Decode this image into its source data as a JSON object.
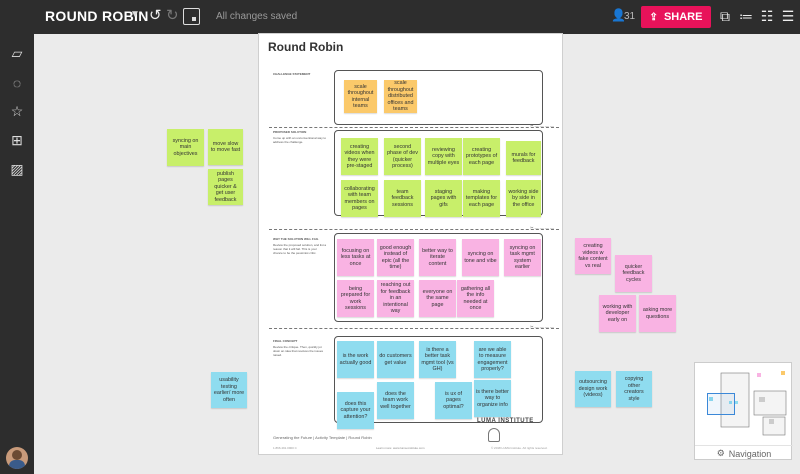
{
  "topbar": {
    "title": "ROUND ROBIN",
    "status": "All changes saved",
    "user_count": "31",
    "share_label": "SHARE",
    "accent": "#e8125a"
  },
  "icons": {
    "back": "arrow-left-icon",
    "undo": "undo-icon",
    "redo": "redo-icon"
  },
  "page": {
    "title": "Round Robin",
    "sections": [
      {
        "heading": "CHALLENGE STATEMENT",
        "text": ""
      },
      {
        "heading": "PROPOSED SOLUTION",
        "text": "Come up with an unconventional way to address the challenge."
      },
      {
        "heading": "WHY THE SOLUTION WILL FAIL",
        "text": "Review the proposed solution, and list a reason that it will fail. This is your chance to be the pessimist critic."
      },
      {
        "heading": "FINAL CONCEPT",
        "text": "Review the critique. Then, quickly jot down an idea that resolves the issues raised."
      }
    ],
    "cut_label": "✂ — — — —",
    "footer_left": "Generating the Future | Activity Template | Round Robin",
    "footer_left2": "1.866.491.0900 C",
    "footer_mid": "Learn more: www.luma-institute.com",
    "footer_right": "© 2018 LUMA Institute. All rights reserved.",
    "luma": "LUMA INSTITUTE"
  },
  "notes": {
    "challenge": [
      "scale throughout internal teams",
      "scale throughout distributed offices and teams"
    ],
    "proposed": [
      "creating videos when they were pre-staged",
      "second phase of dev (quicker process)",
      "reviewing copy with multiple eyes",
      "creating prototypes of each page",
      "murals for feedback",
      "collaborating with team members on pages",
      "team feedback sessions",
      "staging pages with gifs",
      "making templates for each page",
      "working side by side in the office"
    ],
    "fail": [
      "focusing on less tasks at once",
      "good enough instead of epic (all the time)",
      "better way to iterate content",
      "syncing on tone and vibe",
      "syncing on task mgmt system earlier",
      "being prepared for work sessions",
      "reaching out for feedback in an intentional way",
      "everyone on the same page",
      "gathering all the info needed at once"
    ],
    "final": [
      "is the work actually good",
      "do customers get value",
      "is there a better task mgmt tool (vs GH)",
      "are we able to measure engagement properly?",
      "does this capture your attention?",
      "does the team work well together",
      "is ux of pages optimal?",
      "is there better way to organize info"
    ],
    "left": [
      "syncing on main objectives",
      "move slow to move fast",
      "publish pages quicker & get user feedback",
      "usability testing earlier/ more often"
    ],
    "right_pink": [
      "creating videos w fake content vs real",
      "quicker feedback cycles",
      "working with developer early on",
      "asking more questions"
    ],
    "right_blue": [
      "outsourcing design work (videos)",
      "copying other creators style"
    ]
  },
  "navigation": {
    "label": "Navigation"
  },
  "colors": {
    "orange": "#fbc96a",
    "green": "#c8ef6a",
    "pink": "#f9b3e3",
    "blue": "#8fdcef"
  }
}
